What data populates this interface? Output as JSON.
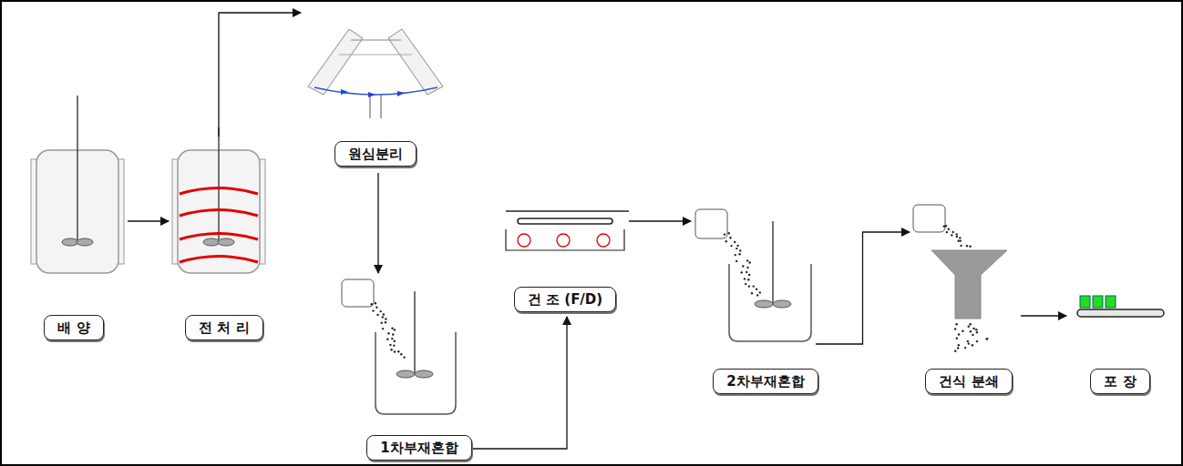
{
  "diagram": {
    "nodes": [
      {
        "text": [
          "배 양"
        ]
      },
      {
        "text": [
          "전 처 리"
        ]
      },
      {
        "text": [
          "원심분리"
        ]
      },
      {
        "text": [
          "1차부재혼합"
        ]
      },
      {
        "text": [
          "건 조 (F/D)"
        ]
      },
      {
        "text": [
          "2차부재혼합"
        ]
      },
      {
        "text": [
          "건식 분쇄"
        ]
      },
      {
        "text": [
          "포 장"
        ]
      }
    ],
    "edges": [
      {
        "from": 0,
        "to": 1,
        "arrow": "to"
      },
      {
        "from": 1,
        "to": 2,
        "arrow": "to"
      },
      {
        "from": 2,
        "to": 3,
        "arrow": "to"
      },
      {
        "from": 3,
        "to": 4,
        "arrow": "to"
      },
      {
        "from": 4,
        "to": 5,
        "arrow": "to"
      },
      {
        "from": 5,
        "to": 6,
        "arrow": "to"
      },
      {
        "from": 6,
        "to": 7,
        "arrow": "to"
      }
    ]
  }
}
